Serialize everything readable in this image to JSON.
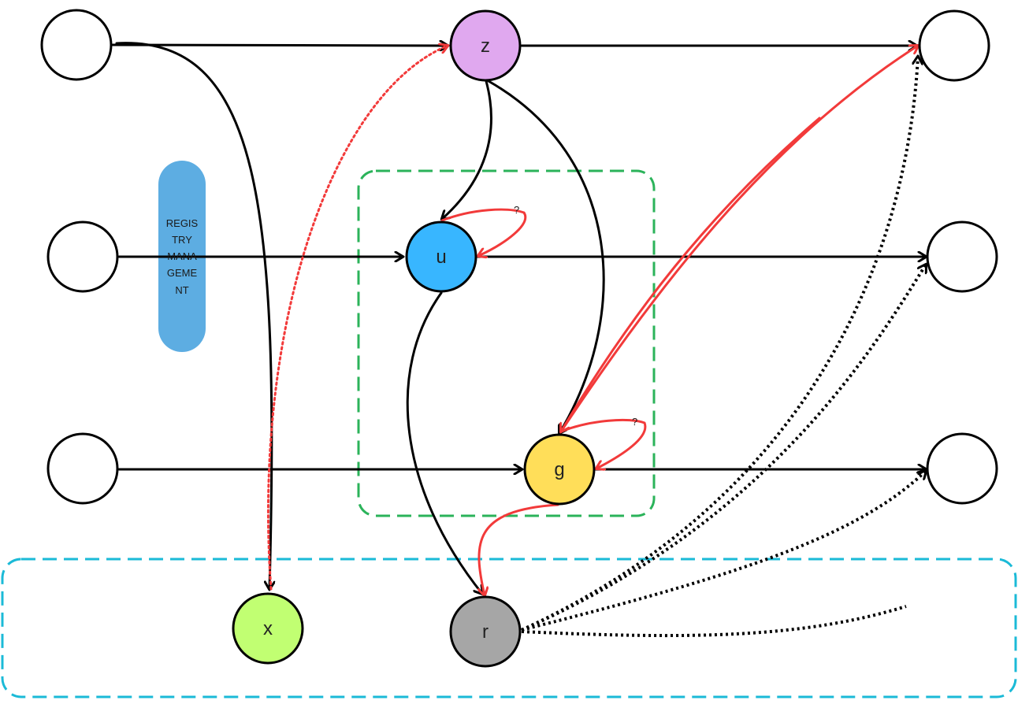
{
  "nodes": {
    "z": {
      "label": "z",
      "color": "#e0a8ef"
    },
    "u": {
      "label": "u",
      "color": "#38b6ff"
    },
    "g": {
      "label": "g",
      "color": "#ffde59"
    },
    "x": {
      "label": "x",
      "color": "#c1ff72"
    },
    "r": {
      "label": "r",
      "color": "#a6a6a6"
    }
  },
  "registry_pill": {
    "lines": [
      "REGIS",
      "TRY",
      "MANA",
      "GEME",
      "NT"
    ],
    "color": "#5dade2"
  },
  "self_loop_labels": {
    "u": "?",
    "g": "?"
  },
  "colors": {
    "edge": "#000000",
    "highlight_edge": "#f23a3a",
    "group_green": "#2bb35a",
    "group_cyan": "#1bbad7"
  }
}
